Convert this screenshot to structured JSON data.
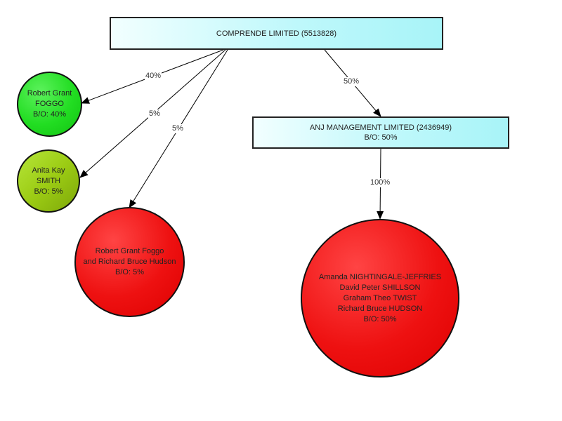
{
  "companies": {
    "comprende": {
      "name": "COMPRENDE LIMITED (5513828)"
    },
    "anj": {
      "name": "ANJ MANAGEMENT LIMITED (2436949)",
      "bo": "B/O: 50%"
    }
  },
  "persons": {
    "foggo": {
      "lines": [
        "Robert Grant",
        "FOGGO",
        "B/O: 40%"
      ],
      "color": "#22dd22"
    },
    "smith": {
      "lines": [
        "Anita Kay",
        "SMITH",
        "B/O: 5%"
      ],
      "color": "#9ccc14"
    },
    "joint": {
      "lines": [
        "Robert Grant Foggo",
        "and Richard Bruce Hudson",
        "B/O: 5%"
      ],
      "color": "#ee1111"
    },
    "group": {
      "lines": [
        "Amanda NIGHTINGALE-JEFFRIES",
        "David Peter SHILLSON",
        "Graham Theo TWIST",
        "Richard Bruce HUDSON",
        "B/O: 50%"
      ],
      "color": "#ee1111"
    }
  },
  "edges": {
    "to_foggo": "40%",
    "to_smith": "5%",
    "to_joint": "5%",
    "to_anj": "50%",
    "to_group": "100%"
  }
}
